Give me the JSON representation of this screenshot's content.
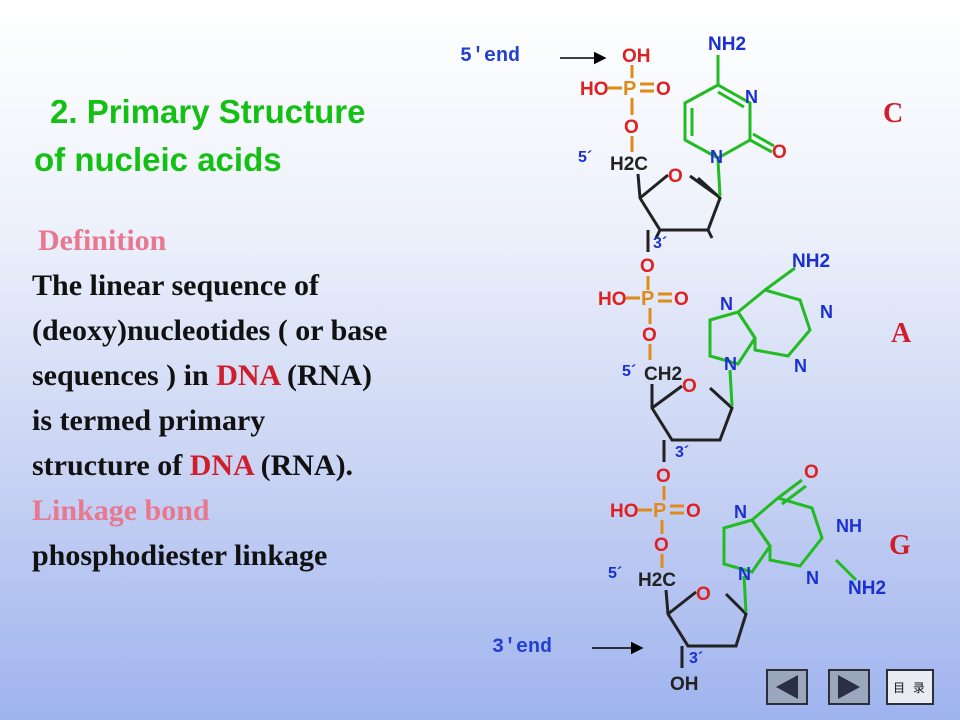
{
  "title": {
    "line1": "2. Primary  Structure",
    "line2": "of  nucleic acids"
  },
  "definition": {
    "heading": "Definition",
    "lines": [
      "The  linear  sequence  of",
      "(deoxy)nucleotides  ( or  base",
      "sequences )  in ",
      "is  termed   primary",
      "structure    of "
    ],
    "dna_word": "DNA",
    "rna_paren": " (RNA)",
    "rna_paren_end": " (RNA)."
  },
  "linkage": {
    "heading": "Linkage  bond",
    "value": "phosphodiester  linkage"
  },
  "bases": [
    "C",
    "A",
    "G"
  ],
  "ends": {
    "five": "5′end",
    "three": "3′end"
  },
  "structure": {
    "oh": "OH",
    "ho_p": "HO",
    "p": "P",
    "o": "O",
    "nh2": "NH2",
    "n": "N",
    "nh": "NH",
    "h2c": "H2C",
    "ch2": "CH2",
    "five_prime": "5´",
    "three_prime": "3´"
  },
  "nav": {
    "prev_icon": "triangle-left-icon",
    "next_icon": "triangle-right-icon",
    "menu_label": "目 录"
  },
  "colors": {
    "title_green": "#15c015",
    "red": "#d01e2c",
    "pink": "#e8788f",
    "backbone_orange": "#e08a1a",
    "base_green": "#22bb22",
    "atom_red": "#e02020",
    "atom_blue": "#1a30d0",
    "end_label_blue": "#2340d0"
  }
}
